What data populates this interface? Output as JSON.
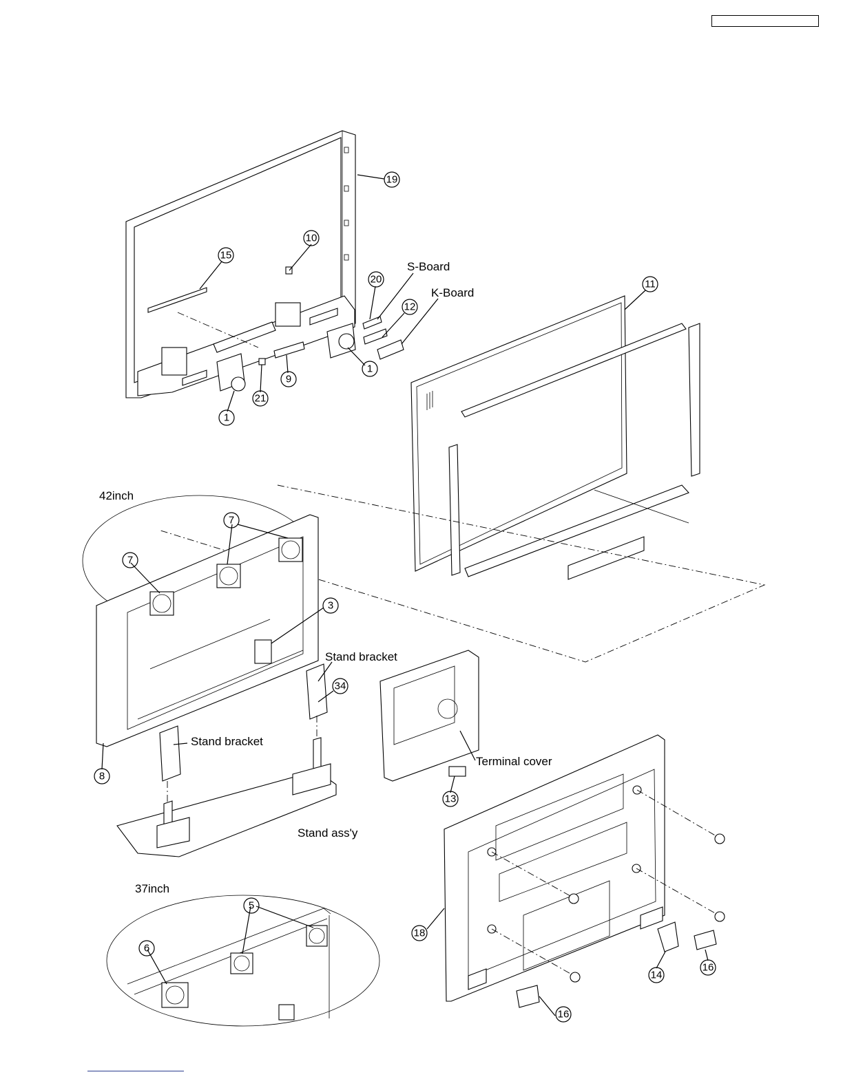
{
  "labels": {
    "s_board": "S-Board",
    "k_board": "K-Board",
    "inch42": "42inch",
    "inch37": "37inch",
    "stand_bracket": "Stand bracket",
    "terminal_cover": "Terminal cover",
    "stand_assy": "Stand ass'y"
  },
  "callouts": [
    {
      "n": "19"
    },
    {
      "n": "10"
    },
    {
      "n": "15"
    },
    {
      "n": "20"
    },
    {
      "n": "12"
    },
    {
      "n": "11"
    },
    {
      "n": "1"
    },
    {
      "n": "1"
    },
    {
      "n": "9"
    },
    {
      "n": "21"
    },
    {
      "n": "7"
    },
    {
      "n": "7"
    },
    {
      "n": "3"
    },
    {
      "n": "34"
    },
    {
      "n": "8"
    },
    {
      "n": "13"
    },
    {
      "n": "18"
    },
    {
      "n": "14"
    },
    {
      "n": "16"
    },
    {
      "n": "16"
    },
    {
      "n": "5"
    },
    {
      "n": "6"
    }
  ]
}
